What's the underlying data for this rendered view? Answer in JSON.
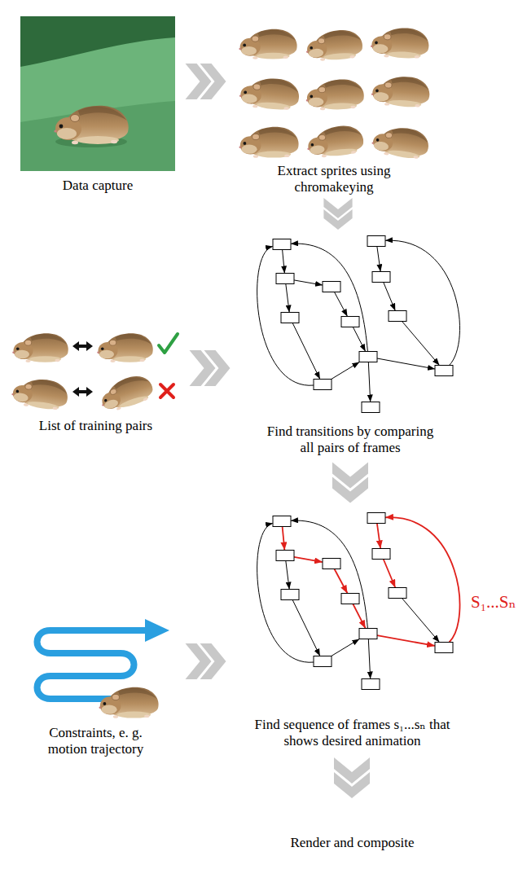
{
  "diagram": {
    "nodes": [
      {
        "text": [
          "Data capture"
        ]
      },
      {
        "text": [
          "Extract sprites using chromakeying"
        ]
      },
      {
        "text": [
          "List of training pairs"
        ]
      },
      {
        "text": [
          "Find transitions by comparing all pairs of frames"
        ]
      },
      {
        "text": [
          "Constraints, e. g. motion trajectory"
        ]
      },
      {
        "text": [
          "Find sequence of frames s₁...sₙ that shows desired animation"
        ]
      },
      {
        "text": [
          "Render and composite"
        ]
      }
    ],
    "edges": [
      {
        "from": 0,
        "to": 1,
        "arrow": "to"
      },
      {
        "from": 1,
        "to": 3,
        "arrow": "to"
      },
      {
        "from": 2,
        "to": 3,
        "arrow": "to"
      },
      {
        "from": 3,
        "to": 5,
        "arrow": "to"
      },
      {
        "from": 4,
        "to": 5,
        "arrow": "to"
      },
      {
        "from": 5,
        "to": 6,
        "arrow": "to"
      }
    ],
    "labels": [
      "S₁...Sₙ"
    ]
  }
}
